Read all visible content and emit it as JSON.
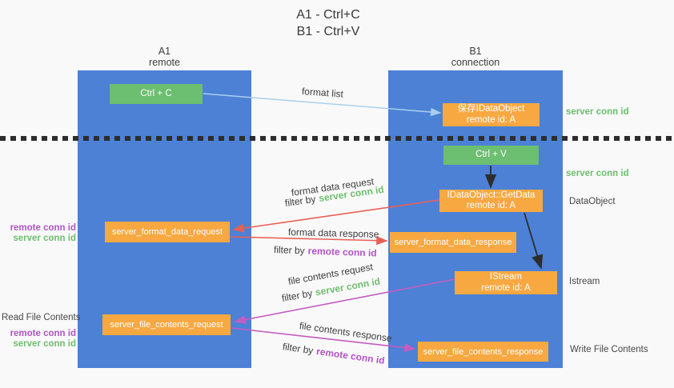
{
  "title": {
    "line1": "A1 - Ctrl+C",
    "line2": "B1 - Ctrl+V"
  },
  "lifelines": {
    "left": {
      "title": "A1",
      "subtitle": "remote"
    },
    "right": {
      "title": "B1",
      "subtitle": "connection"
    }
  },
  "nodes": {
    "ctrl_c": {
      "label": "Ctrl + C"
    },
    "ctrl_v": {
      "label": "Ctrl + V"
    },
    "save_dataobject": {
      "line1": "保存IDataObject",
      "line2": "remote id: A"
    },
    "getdata": {
      "line1": "IDataObject::GetData",
      "line2": "remote id: A"
    },
    "istream": {
      "line1": "IStream",
      "line2": "remote id: A"
    },
    "server_format_data_request": {
      "label": "server_format_data_request"
    },
    "server_format_data_response": {
      "label": "server_format_data_response"
    },
    "server_file_contents_request": {
      "label": "server_file_contents_request"
    },
    "server_file_contents_response": {
      "label": "server_file_contents_response"
    }
  },
  "edge_labels": {
    "format_list": "format list",
    "format_data_request": "format data request",
    "format_data_response": "format data response",
    "file_contents_request": "file contents request",
    "file_contents_response": "file contents response",
    "filter_by": "filter by",
    "server_conn_id": "server conn id",
    "remote_conn_id": "remote conn id"
  },
  "annotations": {
    "right_server_conn_id_top": "server conn id",
    "right_server_conn_id_mid": "server conn id",
    "right_dataobject": "DataObject",
    "right_istream": "Istream",
    "right_write_file_contents": "Write File Contents",
    "left_remote_conn_id_top": "remote conn id",
    "left_server_conn_id_top": "server conn id",
    "left_read_file_contents": "Read File Contents",
    "left_remote_conn_id_bottom": "remote conn id",
    "left_server_conn_id_bottom": "server conn id"
  },
  "colors": {
    "column_blue": "#4c81d6",
    "box_green": "#6cbe70",
    "box_orange": "#f7a841",
    "arrow_light_blue": "#a8d0ed",
    "arrow_red": "#e96055",
    "arrow_magenta": "#c45cc0",
    "arrow_black": "#2d2d2d",
    "label_green": "#6dbf6f",
    "label_purple": "#b153c6",
    "text_dark": "#3d3d3d"
  }
}
